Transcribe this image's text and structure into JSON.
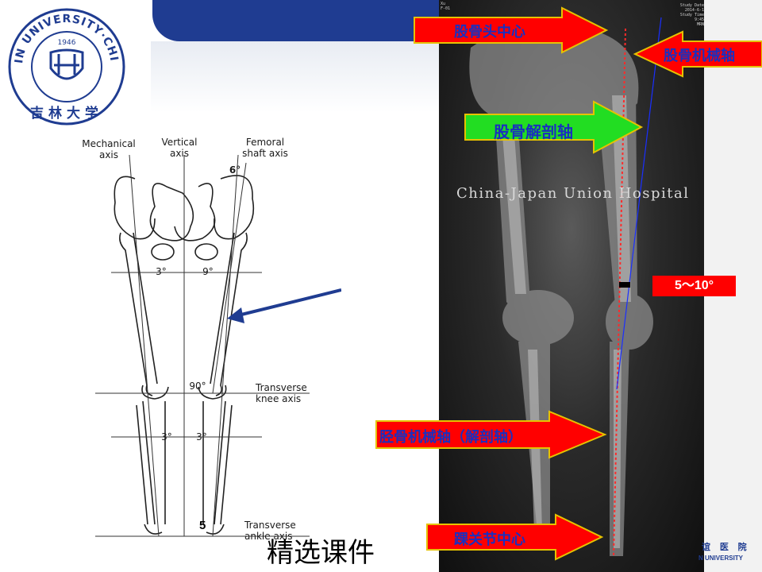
{
  "logo": {
    "ring_text": "JILIN UNIVERSITY·CHINA",
    "year": "1946",
    "bottom_text": "吉林大学",
    "color": "#1f3c91"
  },
  "header": {
    "bar_color": "#1f3c91"
  },
  "diagram": {
    "labels": {
      "mechanical_axis": "Mechanical\naxis",
      "vertical_axis": "Vertical\naxis",
      "femoral_shaft_axis": "Femoral\nshaft axis",
      "angle_6": "6°",
      "angle_3_left": "3°",
      "angle_9": "9°",
      "angle_90": "90°",
      "transverse_knee_axis": "Transverse\nknee axis",
      "angle_3_low_left": "3°",
      "angle_3_low_right": "3°",
      "transverse_ankle_axis": "Transverse\nankle axis"
    },
    "pointer_arrow_color": "#1f3c91"
  },
  "xray": {
    "watermark": "China-Japan Union Hospital",
    "meta_left": "Xu\nF-01",
    "meta_right": "Study Date 2014-6-1\nStudy Time 9:45\nMRN"
  },
  "callouts": {
    "femoral_head_center": "股骨头中心",
    "femoral_mechanical_axis": "股骨机械轴",
    "femoral_anatomical_axis": "股骨解剖轴",
    "angle_range": "5～10°",
    "tibial_mechanical_axis": "胫骨机械轴（解剖轴）",
    "ankle_center": "踝关节中心",
    "red": "#ff0000",
    "green": "#22dd22",
    "text_blue": "#1a2fbf"
  },
  "footer": {
    "slide_number": "5",
    "caption": "精选课件",
    "hospital_name": "谊 医 院",
    "hospital_sub": "N UNIVERSITY"
  }
}
